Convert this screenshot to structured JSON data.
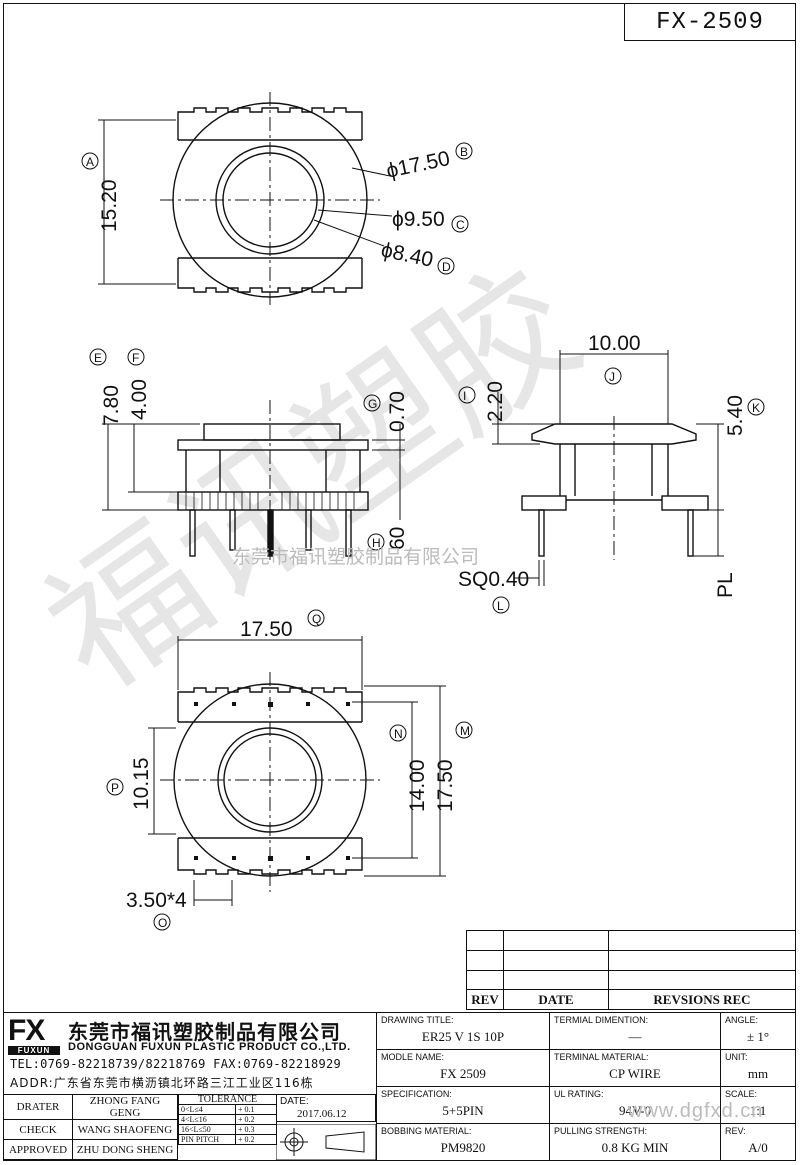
{
  "part_number": "FX-2509",
  "top_view": {
    "label_a": "A",
    "dim_a": "15.20",
    "dim_b": "ϕ17.50",
    "label_b": "B",
    "dim_c": "ϕ9.50",
    "label_c": "C",
    "dim_d": "ϕ8.40",
    "label_d": "D"
  },
  "side_view": {
    "label_e": "E",
    "dim_e": "7.80",
    "label_f": "F",
    "dim_f": "4.00",
    "label_g": "G",
    "dim_g": "0.70",
    "label_h": "H",
    "dim_h": "60"
  },
  "end_view": {
    "dim_j": "10.00",
    "label_j": "J",
    "label_i": "I",
    "dim_i": "2.20",
    "dim_k": "5.40",
    "label_k": "K",
    "dim_sq": "SQ0.40",
    "label_l": "L",
    "dim_pl": "PL"
  },
  "bottom_view": {
    "dim_q": "17.50",
    "label_q": "Q",
    "label_n": "N",
    "label_m": "M",
    "dim_n": "14.00",
    "dim_m": "17.50",
    "label_p": "P",
    "dim_p": "10.15",
    "dim_o": "3.50*4",
    "label_o": "O"
  },
  "watermark": {
    "company": "东莞市福讯塑胶制品有限公司",
    "big": "福讯塑胶",
    "url": "www.dgfxd.cn"
  },
  "revision": {
    "col_rev": "REV",
    "col_date": "DATE",
    "col_rec": "REVSIONS REC"
  },
  "company": {
    "logo": "FX",
    "logo_sub": "FUXUN",
    "name_cn": "东莞市福讯塑胶制品有限公司",
    "name_en": "DONGGUAN FUXUN PLASTIC PRODUCT CO.,LTD.",
    "tel": "TEL:0769-82218739/82218769 FAX:0769-82218929",
    "addr": "ADDR:广东省东莞市横沥镇北环路三江工业区116栋"
  },
  "people": [
    {
      "role": "DRATER",
      "name": "ZHONG FANG GENG"
    },
    {
      "role": "CHECK",
      "name": "WANG SHAOFENG"
    },
    {
      "role": "APPROVED",
      "name": "ZHU DONG SHENG"
    }
  ],
  "tolerance": {
    "title": "TOLERANCE",
    "rows": [
      {
        "range": "0<L≤4",
        "val": "+ 0.1"
      },
      {
        "range": "4<L≤16",
        "val": "+ 0.2"
      },
      {
        "range": "16<L≤50",
        "val": "+ 0.3"
      },
      {
        "range": "PIN PITCH",
        "val": "+ 0.2"
      }
    ]
  },
  "date": {
    "label": "DATE:",
    "value": "2017.06.12"
  },
  "fields": {
    "drawing_title_label": "DRAWING TITLE:",
    "drawing_title": "ER25 V 1S 10P",
    "terminal_dim_label": "TERMIAL DIMENTION:",
    "terminal_dim": "—",
    "angle_label": "ANGLE:",
    "angle": "± 1°",
    "model_label": "MODLE NAME:",
    "model": "FX 2509",
    "terminal_mat_label": "TERMINAL MATERIAL:",
    "terminal_mat": "CP WIRE",
    "unit_label": "UNIT:",
    "unit": "mm",
    "spec_label": "SPECIFICATION:",
    "spec": "5+5PIN",
    "ul_label": "UL RATING:",
    "ul": "94V-0",
    "scale_label": "SCALE:",
    "scale": "1:1",
    "bobbin_label": "BOBBING MATERIAL:",
    "bobbin": "PM9820",
    "pull_label": "PULLING STRENGTH:",
    "pull": "0.8 KG MIN",
    "rev_label": "REV:",
    "rev": "A/0"
  }
}
